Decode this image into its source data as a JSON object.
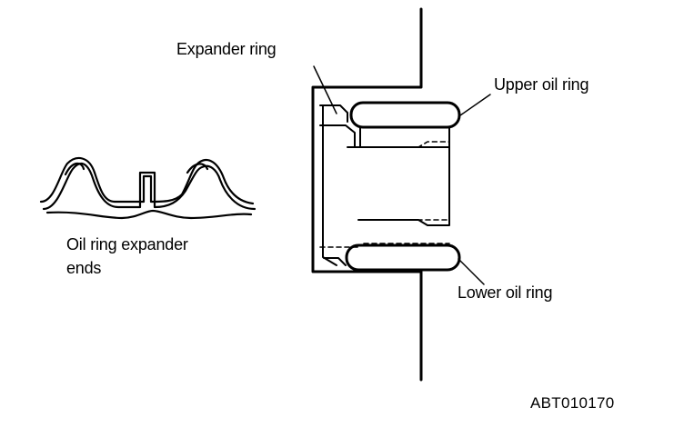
{
  "labels": {
    "expander_ring": "Expander ring",
    "upper_oil_ring": "Upper oil ring",
    "lower_oil_ring": "Lower oil ring",
    "oil_ring_expander_ends_line1": "Oil ring expander",
    "oil_ring_expander_ends_line2": "ends",
    "figure_code": "ABT010170"
  }
}
